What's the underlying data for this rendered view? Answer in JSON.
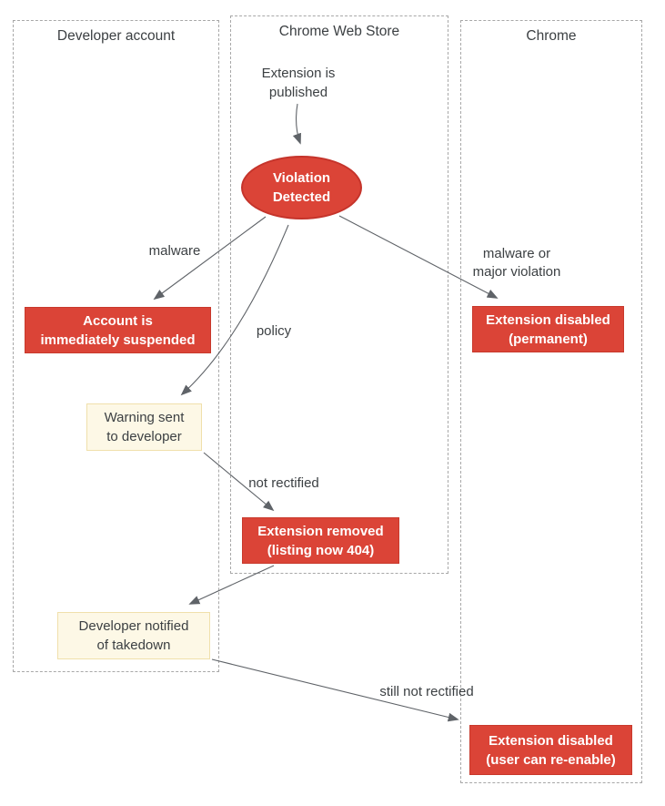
{
  "diagram": {
    "lanes": {
      "developer": {
        "title": "Developer account"
      },
      "webstore": {
        "title": "Chrome Web Store"
      },
      "chrome": {
        "title": "Chrome"
      }
    },
    "nodes": {
      "extension_published": {
        "label": "Extension is\npublished"
      },
      "violation_detected": {
        "label": "Violation\nDetected"
      },
      "account_suspended": {
        "label": "Account is\nimmediately suspended"
      },
      "warning_sent": {
        "label": "Warning sent\nto developer"
      },
      "extension_removed": {
        "label": "Extension removed\n(listing now 404)"
      },
      "developer_notified": {
        "label": "Developer notified\nof takedown"
      },
      "disabled_permanent": {
        "label": "Extension disabled\n(permanent)"
      },
      "disabled_reenable": {
        "label": "Extension disabled\n(user can re-enable)"
      }
    },
    "edge_labels": {
      "malware": "malware",
      "policy": "policy",
      "malware_or_major": "malware or\nmajor violation",
      "not_rectified": "not rectified",
      "still_not_rectified": "still not rectified"
    },
    "colors": {
      "red_fill": "#db4437",
      "red_border": "#c5342b",
      "yellow_fill": "#fdf8e6",
      "yellow_border": "#f0e0ab",
      "lane_border": "#a8a8a8",
      "arrow": "#5f6368",
      "text": "#3c4043",
      "box_text": "#ffffff"
    }
  }
}
